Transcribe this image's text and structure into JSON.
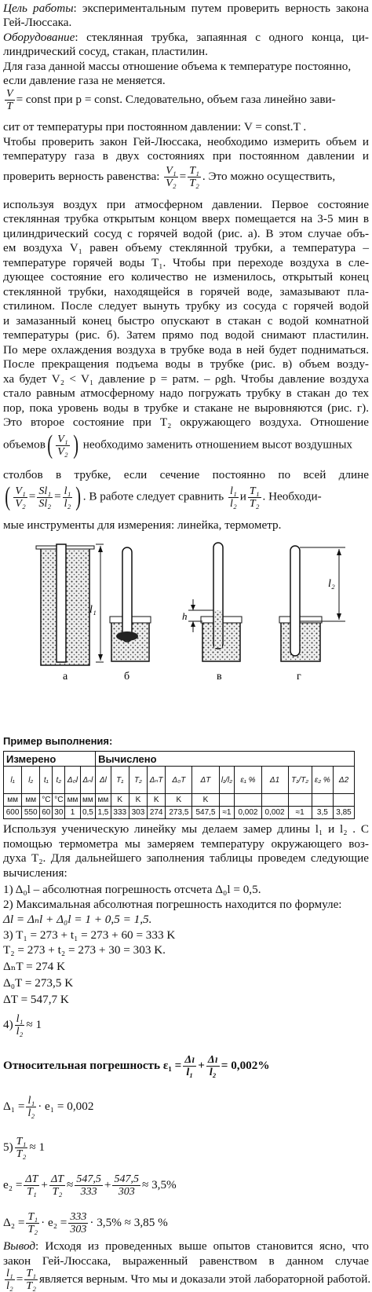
{
  "aim": {
    "label": "Цель работы",
    "text": ": экспериментальным путем проверить верность закона",
    "cont": "Гей-Люссака."
  },
  "equip": {
    "label": "Оборудование",
    "text": ": стеклянная трубка, запаянная с одного конца, ци-",
    "cont": "линдрический сосуд, стакан, пластилин."
  },
  "t1": "Для газа данной массы отношение объема к температуре постоянно,",
  "t2": "если давление газа не меняется.",
  "f1": {
    "num": "V",
    "den": "T",
    "rest": "= const при p = const. Следовательно, объем газа линейно зави-"
  },
  "t3": "сит от температуры при постоянном давлении: V = const.T .",
  "t4": "Чтобы проверить закон Гей-Люссака, необходимо измерить объем и",
  "t5": "температуру газа в двух состояниях при постоянном давлении и",
  "f2": {
    "pre": "проверить верность равенства:",
    "n1": "V₁",
    "d1": "V₂",
    "n2": "T₁",
    "d2": "T₂",
    "post": ". Это можно осуществить,"
  },
  "body": [
    "используя воздух при атмосферном давлении. Первое состояние",
    "стеклянная трубка открытым концом вверх помещается на 3-5 мин в",
    "цилиндрический сосуд с горячей водой (рис. а). В этом случае объ-",
    "ем воздуха V₁ равен объему стеклянной трубки, а температура –",
    "температуре горячей воды T₁. Чтобы при переходе воздуха в сле-",
    "дующее состояние его количество не изменилось, открытый конец",
    "стеклянной трубки, находящейся в горячей воде, замазывают пла-",
    "стилином. После следует вынуть трубку из сосуда с горячей водой",
    "и замазанный конец быстро опускают в стакан с водой комнатной",
    "температуры (рис. б). Затем прямо под водой снимают пластилин.",
    "По мере охлаждения воздуха в трубке вода в ней будет подниматься.",
    "После прекращения подъема воды в трубке (рис. в) объем возду-",
    "ха будет V₂ < V₁ давление p = pатм. – ρgh. Чтобы давление воздуха",
    "стало равным атмосферному надо погружать трубку в стакан до тех",
    "пор, пока уровень воды в трубке и стакане не выровняются (рис. г).",
    "Это второе состояние при T₂ окружающего воздуха. Отношение"
  ],
  "f3": {
    "pre": "объемов",
    "num": "V₁",
    "den": "V₂",
    "post": "необходимо заменить отношением высот воздушных"
  },
  "t6": "столбов в трубке, если сечение постоянно по всей длине",
  "f4": {
    "n1": "V₁",
    "d1": "V₂",
    "n2": "Sl₁",
    "d2": "Sl₂",
    "n3": "l₁",
    "d3": "l₂",
    "mid": ". В работе следует сравнить",
    "n4": "l₁",
    "d4": "l₂",
    "and": "и",
    "n5": "T₁",
    "d5": "T₂",
    "post": ". Необходи-"
  },
  "t7": "мые инструменты для измерения: линейка, термометр.",
  "fig": {
    "a": "а",
    "b": "б",
    "v": "в",
    "g": "г",
    "l1": "l₁",
    "l2": "l₂",
    "h": "h"
  },
  "example_title": "Пример выполнения:",
  "table": {
    "measured": "Измерено",
    "computed": "Вычислено",
    "cols": [
      "l₁",
      "l₂",
      "t₁",
      "t₂",
      "Δ₀l",
      "Δₙl",
      "Δl",
      "T₁",
      "T₂",
      "ΔₙT",
      "Δ₀T",
      "ΔT",
      "l₁/l₂",
      "ε₁ %",
      "Δ1",
      "T₁/T₂",
      "ε₂ %",
      "Δ2"
    ],
    "units": [
      "мм",
      "мм",
      "°C",
      "°C",
      "мм",
      "мм",
      "мм",
      "K",
      "K",
      "K",
      "K",
      "K",
      "",
      "",
      "",
      "",
      "",
      ""
    ],
    "values": [
      "600",
      "550",
      "60",
      "30",
      "1",
      "0,5",
      "1,5",
      "333",
      "303",
      "274",
      "273,5",
      "547,5",
      "≈1",
      "0,002",
      "0,002",
      "≈1",
      "3,5",
      "3,85"
    ]
  },
  "p1": [
    "Используя ученическую линейку мы делаем замер длины l₁ и l₂ . С",
    "помощью термометра мы замеряем температуру окружающего воз-",
    "духа T₂. Для дальнейшего заполнения таблицы проведем следующие",
    "вычисления:"
  ],
  "calc": [
    "1) Δ₀l – абсолютная погрешность отсчета Δ₀l = 0,5.",
    "2) Максимальная абсолютная погрешность находится по формуле:",
    "Δl = Δₙl + Δ₀l = 1 + 0,5 = 1,5.",
    "3) T₁ = 273 + t₁ = 273 + 60 = 333 K",
    "T₂ = 273 + t₂ = 273 + 30 = 303 K.",
    "ΔₙT = 274 K",
    "Δ₀T = 273,5 K",
    "ΔT = 547,7 K"
  ],
  "c4": {
    "pre": "4)",
    "num": "l₁",
    "den": "l₂",
    "post": "≈ 1"
  },
  "rel": {
    "pre": "Относительная погрешность ε₁ =",
    "n1": "Δₗ",
    "d1": "l₁",
    "plus": "+",
    "n2": "Δₗ",
    "d2": "l₂",
    "post": "= 0,002%"
  },
  "d1": {
    "pre": "Δ₁ =",
    "num": "l₁",
    "den": "l₂",
    "post": "· e₁ = 0,002"
  },
  "c5": {
    "pre": "5)",
    "num": "T₁",
    "den": "T₂",
    "post": "≈ 1"
  },
  "e2": {
    "pre": "e₂ =",
    "n1": "ΔT",
    "d1": "T₁",
    "plus1": "+",
    "n2": "ΔT",
    "d2": "T₂",
    "approx": "≈",
    "n3": "547,5",
    "d3": "333",
    "plus2": "+",
    "n4": "547,5",
    "d4": "303",
    "post": "≈ 3,5%"
  },
  "d2": {
    "pre": "Δ₂ =",
    "n1": "T₁",
    "d1": "T₂",
    "mid": "· e₂ =",
    "n2": "333",
    "d2": "303",
    "post": "· 3,5% ≈ 3,85 %"
  },
  "concl": {
    "label": "Вывод",
    "text": ": Исходя из проведенных выше опытов становится ясно, что",
    "l2": "закон Гей-Люссака, выраженный равенством в данном случае",
    "n1": "l₁",
    "d1": "l₂",
    "n2": "T₁",
    "d2": "T₂",
    "post": "является верным. Что мы и доказали этой лабораторной",
    "last": "работой."
  }
}
